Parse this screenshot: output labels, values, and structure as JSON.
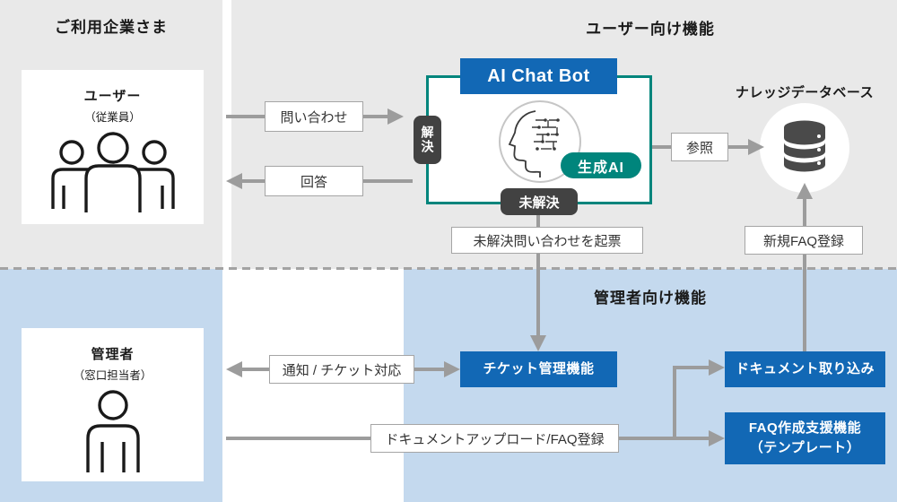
{
  "panels": {
    "company": {
      "title": "ご利用企業さま"
    },
    "user_features": {
      "title": "ユーザー向け機能"
    },
    "admin_features": {
      "title": "管理者向け機能"
    }
  },
  "actors": {
    "user": {
      "name": "ユーザー",
      "subtitle": "（従業員）"
    },
    "admin": {
      "name": "管理者",
      "subtitle": "（窓口担当者）"
    }
  },
  "chatbot": {
    "title": "AI Chat Bot",
    "genai_label": "生成AI",
    "resolved_label": "解決",
    "unresolved_label": "未解決"
  },
  "knowledge_db": {
    "title": "ナレッジデータベース"
  },
  "flow_labels": {
    "inquiry": "問い合わせ",
    "answer": "回答",
    "reference": "参照",
    "new_faq": "新規FAQ登録",
    "unresolved_ticket": "未解決問い合わせを起票",
    "notify": "通知 / チケット対応",
    "doc_upload": "ドキュメントアップロード/FAQ登録"
  },
  "features": {
    "ticket": "チケット管理機能",
    "doc_import": "ドキュメント取り込み",
    "faq_support_line1": "FAQ作成支援機能",
    "faq_support_line2": "（テンプレート）"
  },
  "icons": [
    "users-icon",
    "person-icon",
    "database-icon",
    "ai-brain-icon"
  ],
  "colors": {
    "accent_blue": "#1268b5",
    "teal": "#00857c",
    "dark_label": "#424242",
    "bg_gray": "#e9e9e9",
    "bg_light_blue": "#c4d9ee",
    "arrow_gray": "#9c9c9c"
  }
}
